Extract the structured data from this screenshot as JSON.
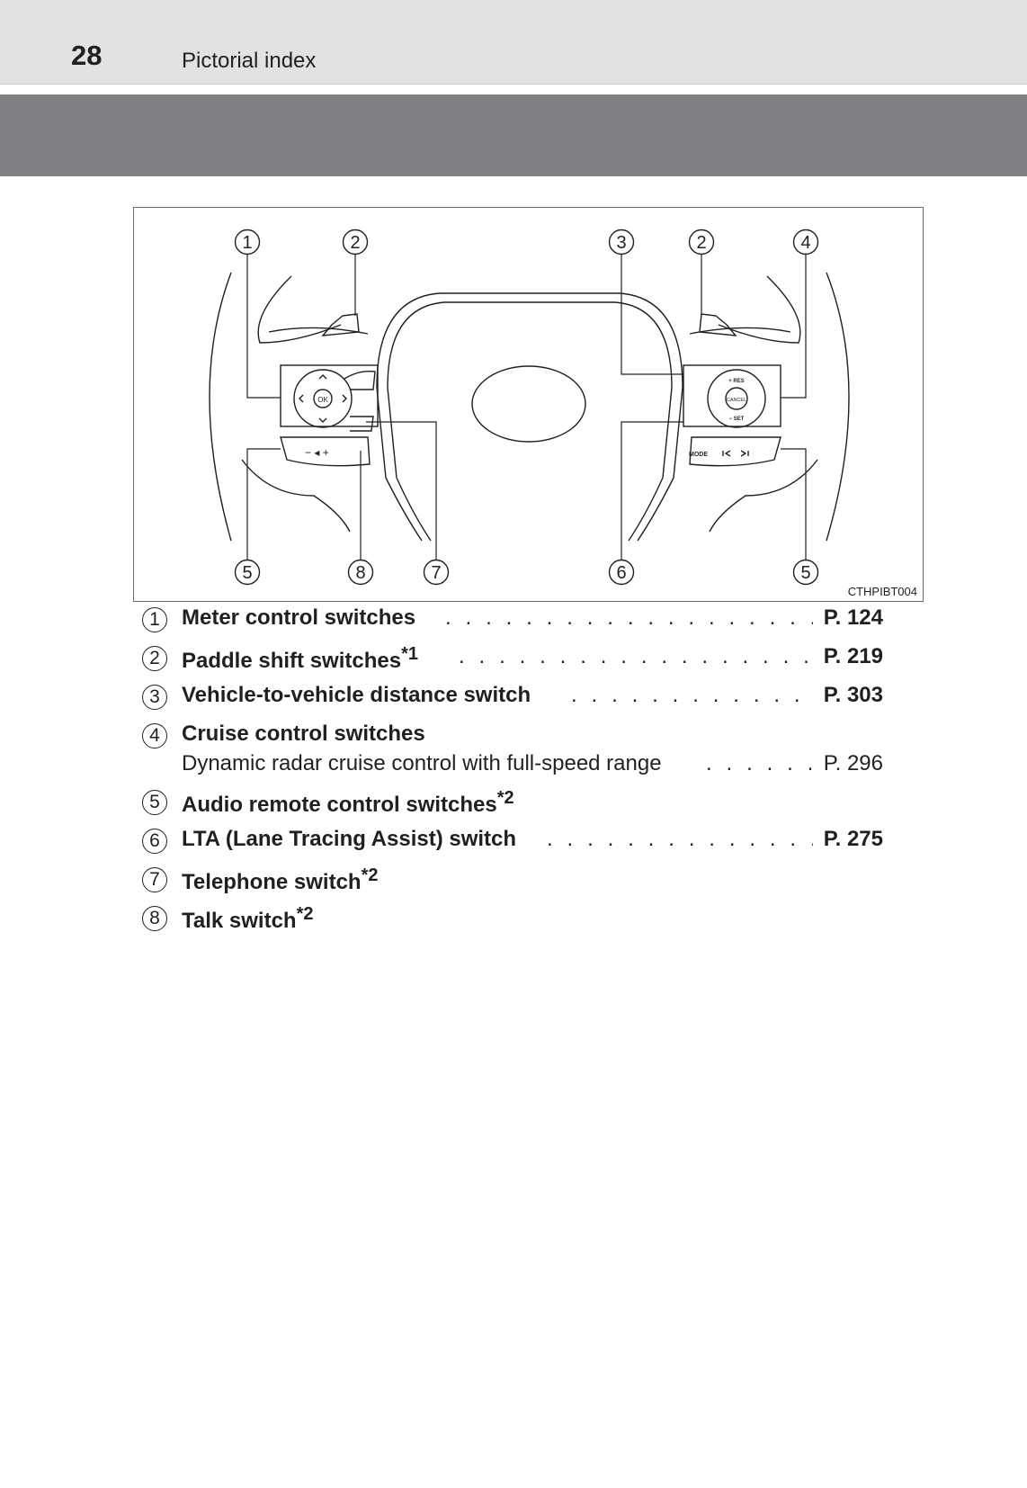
{
  "header": {
    "page_number": "28",
    "section_title": "Pictorial index"
  },
  "figure": {
    "id": "CTHPIBT004",
    "callouts_top": [
      "1",
      "2",
      "3",
      "2",
      "4"
    ],
    "callouts_bottom": [
      "5",
      "8",
      "7",
      "6",
      "5"
    ],
    "button_labels": {
      "ok": "OK",
      "res": "+ RES",
      "cancel": "CANCEL",
      "set": "− SET",
      "mode": "MODE",
      "vol": "− ◂ +"
    }
  },
  "items": [
    {
      "num": "1",
      "label": "Meter control switches",
      "sup": "",
      "page": "P. 124",
      "dots": ". . . . . . . . . . . . . . . . . . . . . . . . . . . . ."
    },
    {
      "num": "2",
      "label": "Paddle shift switches",
      "sup": "*1",
      "page": "P. 219",
      "dots": ". . . . . . . . . . . . . . . . . . . . . . . . . . ."
    },
    {
      "num": "3",
      "label": "Vehicle-to-vehicle distance switch",
      "sup": "",
      "page": "P. 303",
      "dots": ". . . . . . . . . . . . . . . . . . ."
    },
    {
      "num": "4",
      "label": "Cruise control switches",
      "sup": "",
      "page": "",
      "dots": ""
    },
    {
      "num": "",
      "label": "Dynamic radar cruise control with full-speed range",
      "sup": "",
      "page": "P. 296",
      "dots": ". . . . . . . . ."
    },
    {
      "num": "5",
      "label": "Audio remote control switches",
      "sup": "*2",
      "page": "",
      "dots": ""
    },
    {
      "num": "6",
      "label": "LTA (Lane Tracing Assist) switch",
      "sup": "",
      "page": "P. 275",
      "dots": ". . . . . . . . . . . . . . . . . . . . ."
    },
    {
      "num": "7",
      "label": "Telephone switch",
      "sup": "*2",
      "page": "",
      "dots": ""
    },
    {
      "num": "8",
      "label": "Talk switch",
      "sup": "*2",
      "page": "",
      "dots": ""
    }
  ]
}
